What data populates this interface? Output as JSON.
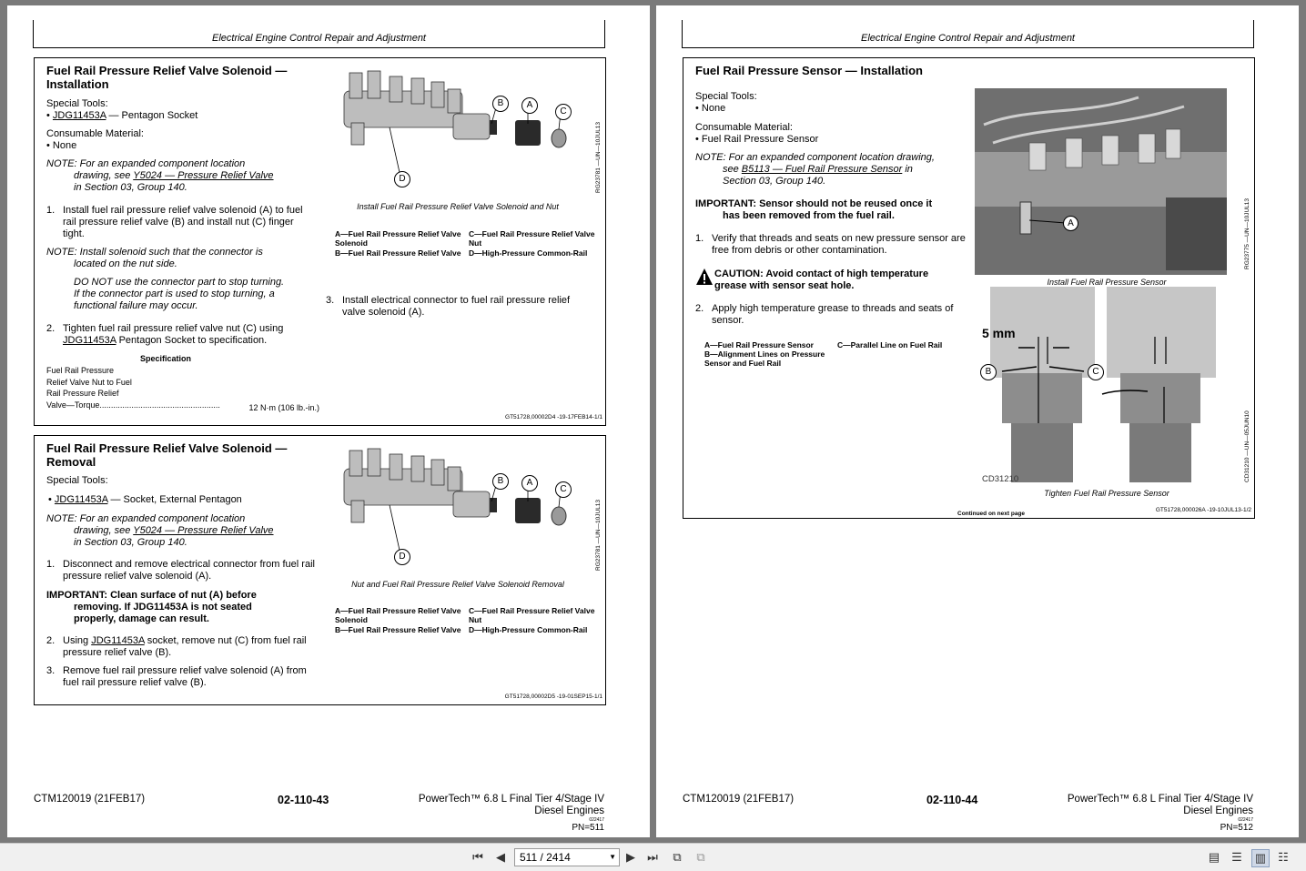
{
  "left": {
    "header": "Electrical Engine Control Repair and Adjustment",
    "install": {
      "title_l1": "Fuel Rail Pressure Relief Valve Solenoid —",
      "title_l2": "Installation",
      "special_tools": "Special Tools:",
      "tool_bullet": "• ",
      "tool_link": "JDG11453A",
      "tool_rest": " — Pentagon Socket",
      "consumable": "Consumable Material:",
      "consumable_item": "• None",
      "note1_a": "NOTE: For an expanded component location",
      "note1_b": "drawing, see ",
      "note1_link": "Y5024 — Pressure Relief Valve",
      "note1_c": "in Section 03, Group 140.",
      "step1_num": "1.",
      "step1": "Install fuel rail pressure relief valve solenoid (A) to fuel rail pressure relief valve (B) and install nut (C) finger tight.",
      "note2_a": "NOTE: Install solenoid such that the connector is",
      "note2_b": "located on the nut side.",
      "note2_c": "DO NOT use the connector part to stop turning. If the connector part is used to stop turning, a functional failure may occur.",
      "step2_num": "2.",
      "step2_a": "Tighten fuel rail pressure relief valve nut (C) using",
      "step2_link": "JDG11453A",
      "step2_b": " Pentagon Socket to specification.",
      "spec_heading": "Specification",
      "spec_l1": "Fuel Rail Pressure",
      "spec_l2": "Relief Valve Nut to Fuel",
      "spec_l3": "Rail Pressure Relief",
      "spec_l4": "Valve—Torque.....................................................",
      "spec_val": "12 N·m (106 lb.-in.)",
      "caption": "Install Fuel Rail Pressure Relief Valve Solenoid and Nut",
      "legend_a": "A—Fuel Rail Pressure Relief Valve Solenoid",
      "legend_b": "B—Fuel Rail Pressure Relief Valve",
      "legend_c": "C—Fuel Rail Pressure Relief Valve Nut",
      "legend_d": "D—High-Pressure Common-Rail",
      "step3_num": "3.",
      "step3": "Install electrical connector to fuel rail pressure relief valve solenoid (A).",
      "fig_id": "RG23781 —UN—10JUL13",
      "ref": "GT51728,00002D4 -19-17FEB14-1/1"
    },
    "removal": {
      "title_l1": "Fuel Rail Pressure Relief Valve Solenoid —",
      "title_l2": "Removal",
      "special_tools": "Special Tools:",
      "tool_bullet": "• ",
      "tool_link": "JDG11453A",
      "tool_rest": " — Socket, External Pentagon",
      "note1_a": "NOTE: For an expanded component location",
      "note1_b": "drawing, see ",
      "note1_link": "Y5024 — Pressure Relief Valve",
      "note1_c": "in Section 03, Group 140.",
      "step1_num": "1.",
      "step1": "Disconnect and remove electrical connector from fuel rail pressure relief valve solenoid (A).",
      "important_a": "IMPORTANT: Clean surface of nut (A) before",
      "important_b": "removing. If JDG11453A is not seated properly, damage can result.",
      "step2_num": "2.",
      "step2_a": "Using ",
      "step2_link": "JDG11453A",
      "step2_b": " socket, remove nut (C) from fuel rail pressure relief valve (B).",
      "step3_num": "3.",
      "step3": "Remove fuel rail pressure relief valve solenoid (A) from fuel rail pressure relief valve (B).",
      "caption": "Nut and Fuel Rail Pressure Relief Valve Solenoid Removal",
      "legend_a": "A—Fuel Rail Pressure Relief Valve Solenoid",
      "legend_b": "B—Fuel Rail Pressure Relief Valve",
      "legend_c": "C—Fuel Rail Pressure Relief Valve Nut",
      "legend_d": "D—High-Pressure Common-Rail",
      "fig_id": "RG23781 —UN—10JUL13",
      "ref": "GT51728,00002D5 -19-01SEP15-1/1"
    },
    "footer": {
      "doc": "CTM120019 (21FEB17)",
      "page": "02-110-43",
      "product_l1": "PowerTech™ 6.8 L Final Tier 4/Stage IV",
      "product_l2": "Diesel Engines",
      "small": "022417",
      "pn": "PN=511"
    }
  },
  "right": {
    "header": "Electrical Engine Control Repair and Adjustment",
    "title": "Fuel Rail Pressure Sensor — Installation",
    "special_tools": "Special Tools:",
    "tool_item": "• None",
    "consumable": "Consumable Material:",
    "consumable_item": "• Fuel Rail Pressure Sensor",
    "note_a": "NOTE: For an expanded component location drawing,",
    "note_b": "see ",
    "note_link": "B5113 — Fuel Rail Pressure Sensor",
    "note_c": " in",
    "note_d": "Section 03, Group 140.",
    "important_a": "IMPORTANT: Sensor should not be reused once it",
    "important_b": "has been removed from the fuel rail.",
    "step1_num": "1.",
    "step1": "Verify that threads and seats on new pressure sensor are free from debris or other contamination.",
    "caution": "CAUTION: Avoid contact of high temperature grease with sensor seat hole.",
    "step2_num": "2.",
    "step2": "Apply high temperature grease to threads and seats of sensor.",
    "legend_a": "A—Fuel Rail Pressure Sensor",
    "legend_b": "B—Alignment Lines on Pressure Sensor and Fuel Rail",
    "legend_c": "C—Parallel Line on Fuel Rail",
    "caption1": "Install Fuel Rail Pressure Sensor",
    "caption2": "Tighten Fuel Rail Pressure Sensor",
    "fig1_id": "RG23775 —UN—10JUL13",
    "fig2_id": "CD31210 —UN—05JUN10",
    "fig2_label": "CD31210",
    "mm_label": "5 mm",
    "continued": "Continued on next page",
    "ref": "GT51728,000026A -19-10JUL13-1/2",
    "footer": {
      "doc": "CTM120019 (21FEB17)",
      "page": "02-110-44",
      "product_l1": "PowerTech™ 6.8 L Final Tier 4/Stage IV",
      "product_l2": "Diesel Engines",
      "small": "022417",
      "pn": "PN=512"
    }
  },
  "toolbar": {
    "page_display": "511 / 2414"
  },
  "callouts": {
    "a": "A",
    "b": "B",
    "c": "C",
    "d": "D"
  }
}
